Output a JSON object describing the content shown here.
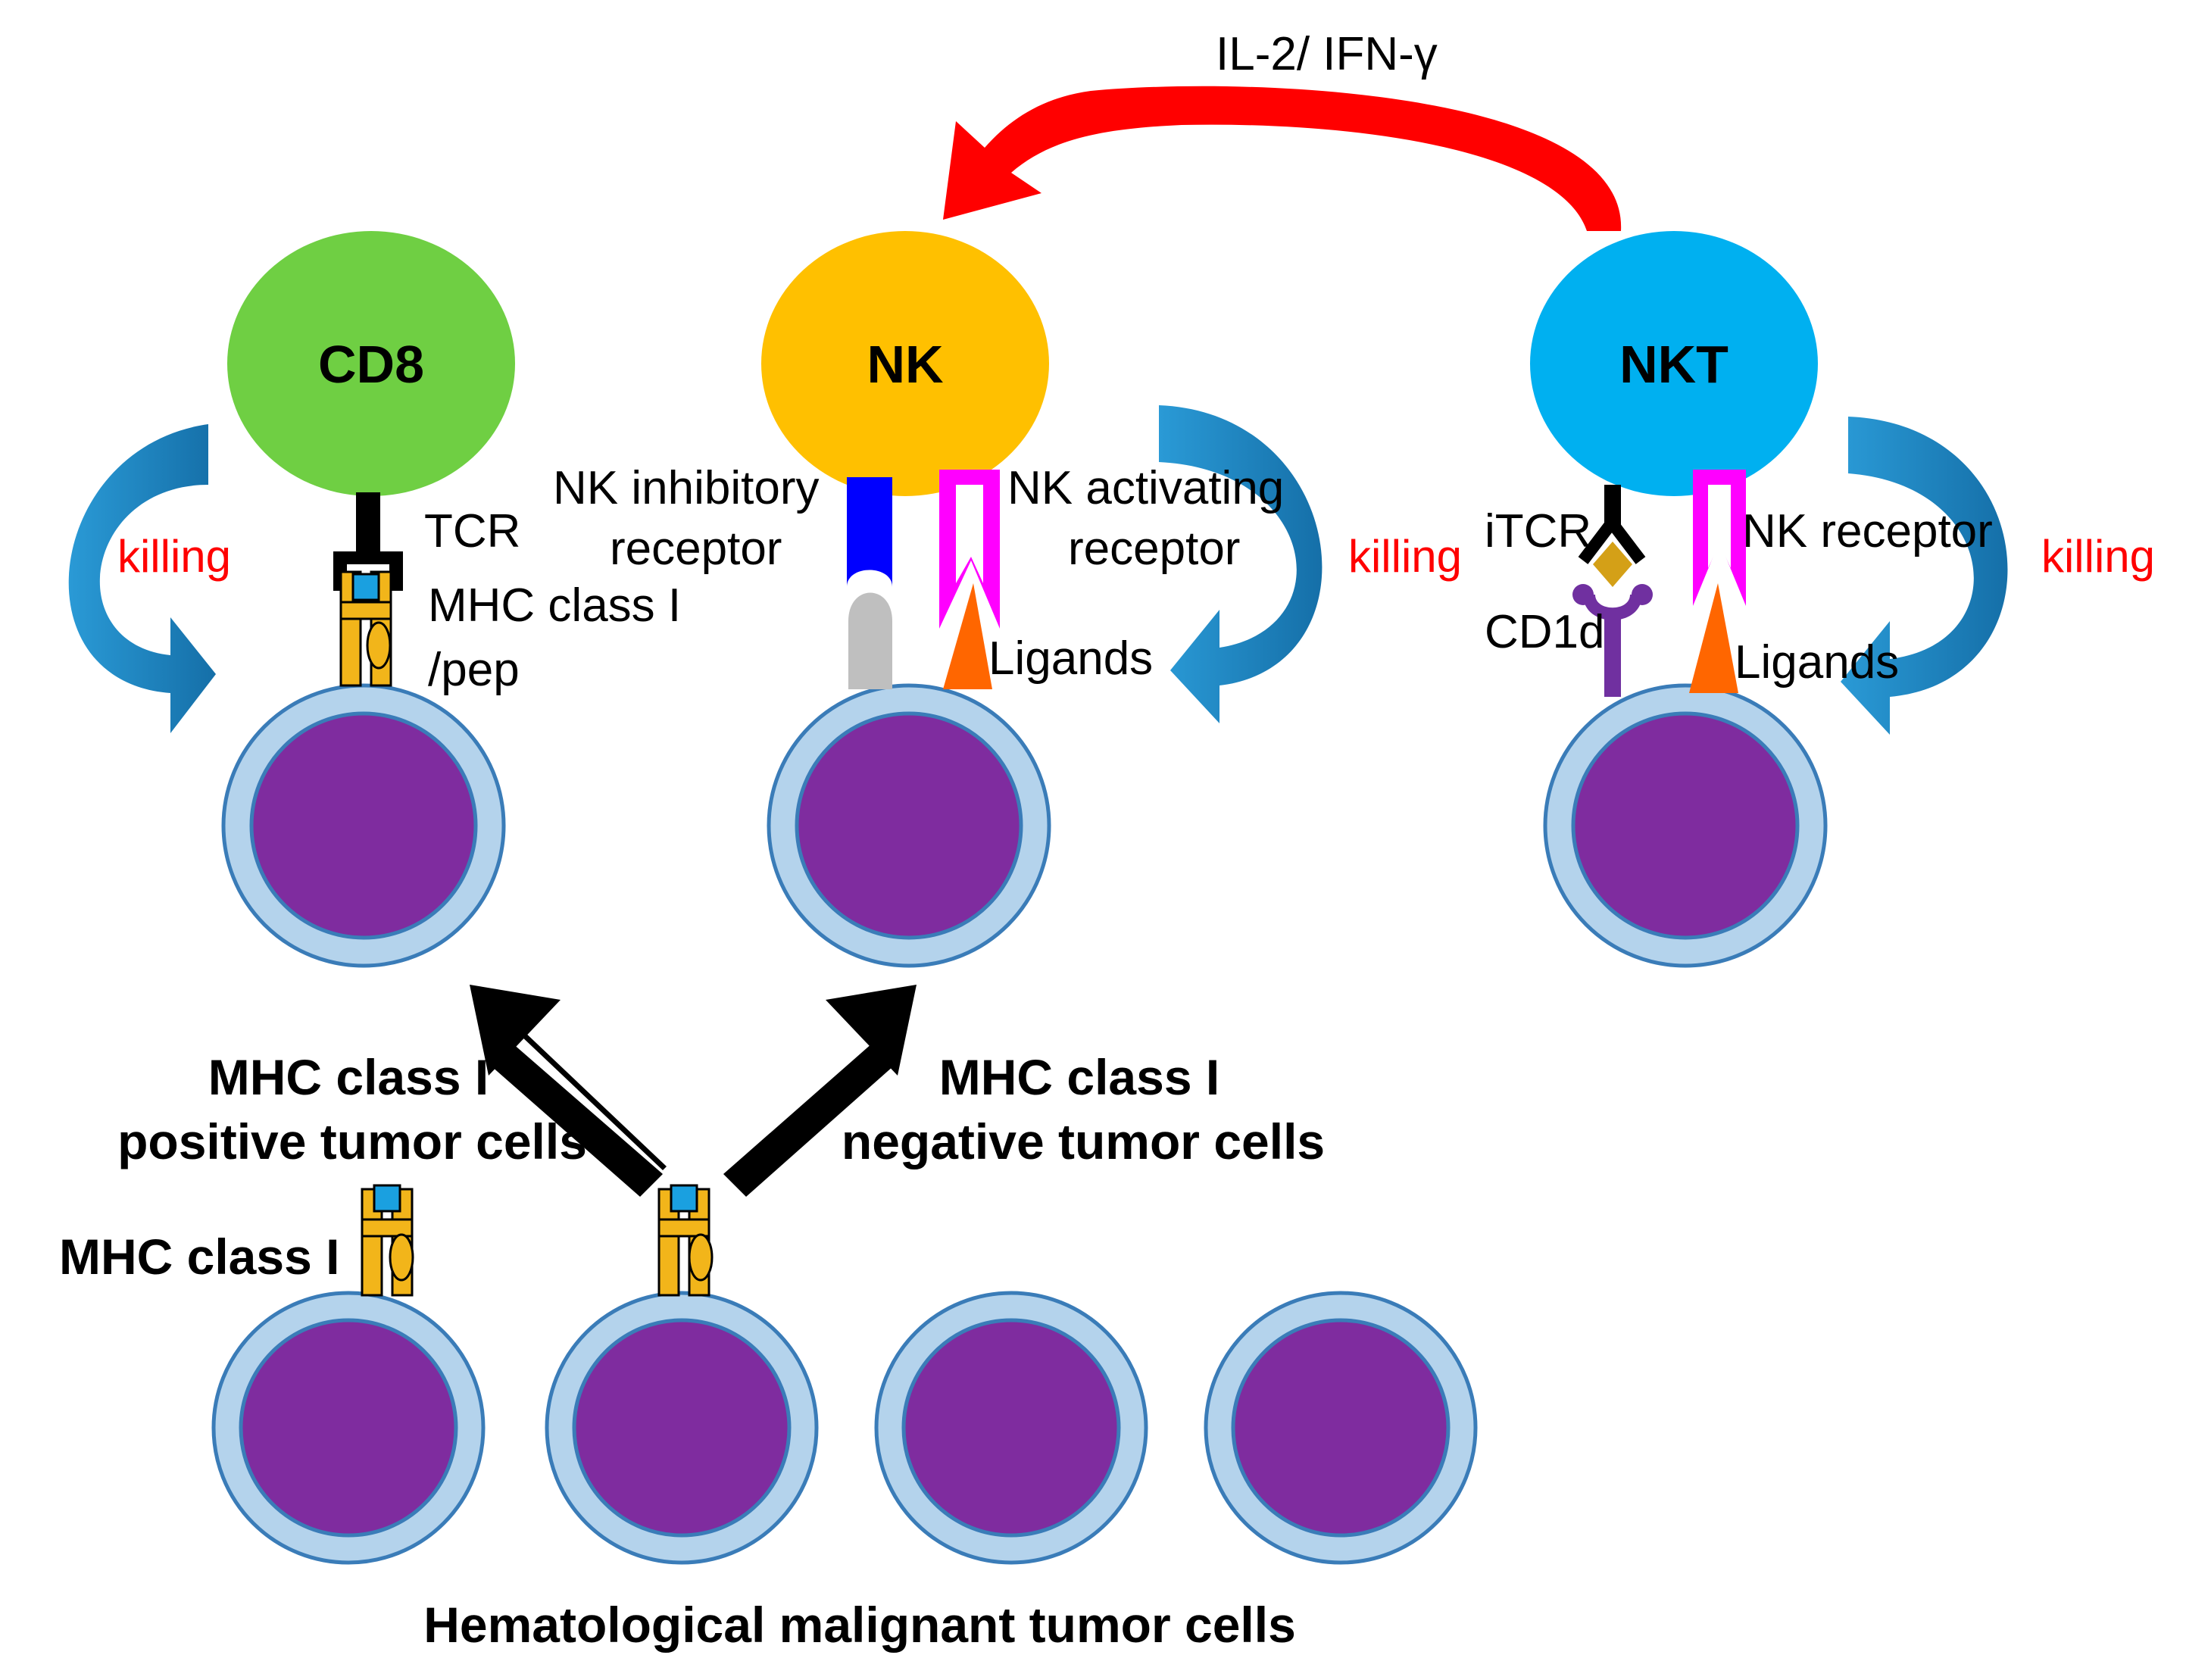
{
  "colors": {
    "cd8": "#6fcf43",
    "nk": "#ffc000",
    "nkt": "#00b0f0",
    "tumor_outer": "#b4d3ec",
    "tumor_ring": "#3a7cb8",
    "tumor_nucleus": "#7f2c9f",
    "killing_arrow": "#1f8fcc",
    "cytokine_arrow": "#ff0000",
    "mhc": "#f2b51a",
    "peptide": "#1aa0e0",
    "inhibitory_receptor": "#0000ff",
    "activating_receptor": "#ff00ff",
    "ligand": "#ff6600",
    "cd1d": "#7030a0",
    "lipid": "#d4a017",
    "inhibitory_ligand": "#bfbfbf"
  },
  "cells": {
    "cd8": "CD8",
    "nk": "NK",
    "nkt": "NKT"
  },
  "labels": {
    "cytokine": "IL-2/ IFN-γ",
    "killing_cd8": "killing",
    "killing_nk": "killing",
    "killing_nkt": "killing",
    "tcr": "TCR",
    "mhc_pep_line1": "MHC class I",
    "mhc_pep_line2": "/pep",
    "nk_inhibitory_line1": "NK inhibitory",
    "nk_inhibitory_line2": "receptor",
    "nk_activating_line1": "NK activating",
    "nk_activating_line2": "receptor",
    "ligands_nk": "Ligands",
    "itcr": "iTCR",
    "cd1d": "CD1d",
    "nk_receptor": "NK receptor",
    "ligands_nkt": "Ligands",
    "mhc_positive_line1": "MHC class I",
    "mhc_positive_line2": "positive tumor cells",
    "mhc_negative_line1": "MHC class I",
    "mhc_negative_line2": "negative tumor cells",
    "mhc_class_i": "MHC class I",
    "bottom_caption": "Hematological malignant tumor cells"
  }
}
